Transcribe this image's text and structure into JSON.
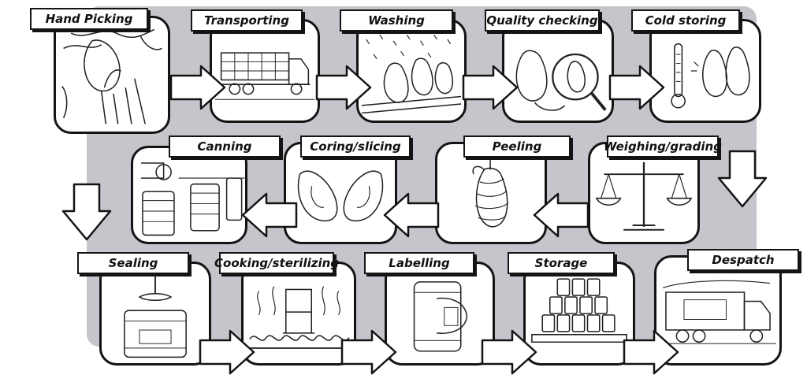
{
  "diagram": {
    "type": "process-flow",
    "steps": [
      "Hand Picking",
      "Transporting",
      "Washing",
      "Quality checking",
      "Cold storing",
      "Weighing/grading",
      "Peeling",
      "Coring/slicing",
      "Canning",
      "Sealing",
      "Cooking/sterilizing",
      "Labelling",
      "Storage",
      "Despatch"
    ]
  }
}
